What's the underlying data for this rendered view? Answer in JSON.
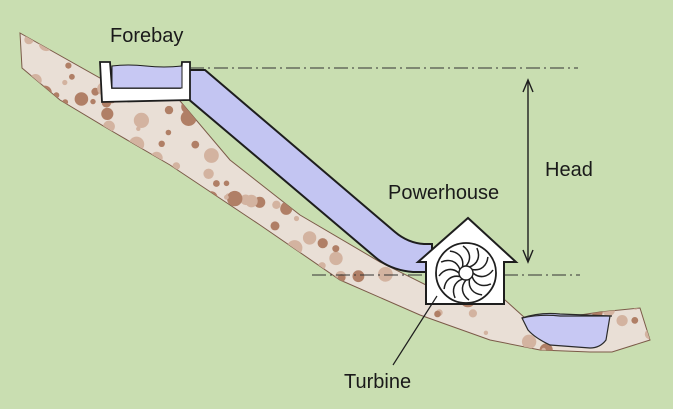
{
  "labels": {
    "forebay": "Forebay",
    "head": "Head",
    "powerhouse": "Powerhouse",
    "turbine": "Turbine"
  },
  "colors": {
    "background": "#c9deb1",
    "soil": "#e9dfd6",
    "pebble_dark": "#b07f66",
    "pebble_light": "#d3b3a0",
    "water": "#c7c8f3",
    "penstock": "#c3c5f2",
    "outline": "#1e1e1e",
    "building": "#ffffff"
  },
  "icons": {
    "turbine": "turbine-rotor-icon",
    "head_arrow": "double-headed-arrow-icon"
  }
}
